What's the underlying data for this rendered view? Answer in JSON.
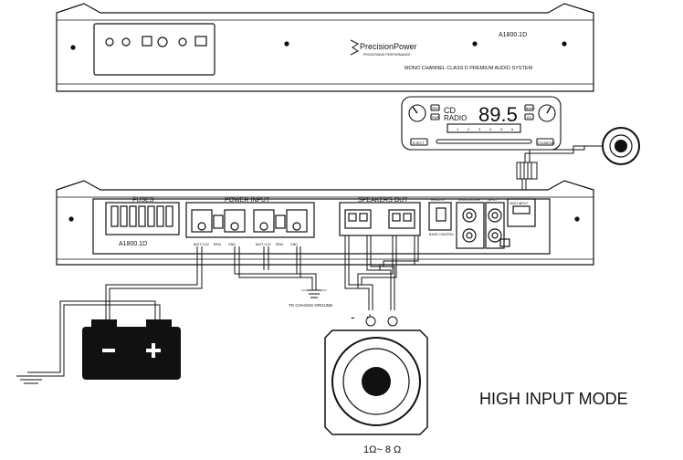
{
  "amp_top": {
    "model": "A1800.1D",
    "brand_prefix": "PrecisionPower",
    "brand_tagline": "PROCESSING PERFORMANCE",
    "subtitle": "MONO CHANNEL CLASS D PREMIUM AUDIO SYSTEM"
  },
  "head_unit": {
    "source_cd": "CD",
    "source_radio": "RADIO",
    "frequency": "89.5",
    "left_btns": [
      "SRC",
      "PWR"
    ],
    "right_btns": [
      "BAND",
      "EQ"
    ],
    "preset_buttons": [
      "1",
      "2",
      "3",
      "4",
      "5",
      "6"
    ],
    "eject_label": "EJECT",
    "power_label": "CD/MENU"
  },
  "amp_bottom": {
    "fuses_label": "FUSES",
    "power_input_label": "POWER INPUT",
    "speakers_out_label": "SPEAKERS OUT",
    "model_label": "A1800.1D",
    "terminal_labels": [
      "BATT+12V",
      "REM",
      "GND",
      "BATT+12V",
      "REM",
      "GND"
    ],
    "bass_control_label": "BASS CONTROL",
    "remote_label": "REMOTE",
    "level_label": "LEVEL/XOVER",
    "input_label": "INPUT",
    "high_input_label": "HIGH INPUT"
  },
  "chassis_ground_label": "TO CHASSIS GROUND",
  "speaker": {
    "minus": "-",
    "plus": "+",
    "impedance": "1Ω~ 8 Ω"
  },
  "mode_label": "HIGH INPUT MODE"
}
